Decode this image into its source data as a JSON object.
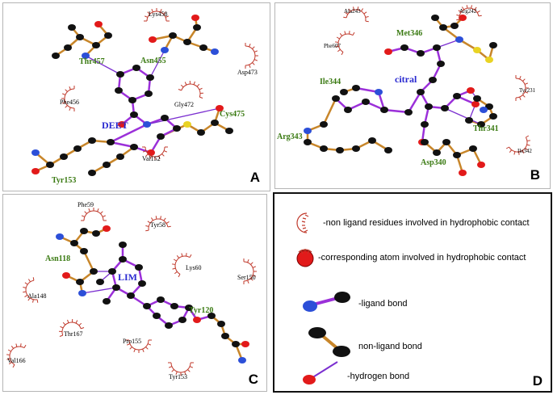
{
  "colors": {
    "ligand_bond": "#9b30d9",
    "nonligand_bond": "#c8862a",
    "hbond": "#7b2fd0",
    "residue_label": "#3a7a12",
    "ligand_label": "#2a2ad0",
    "arc": "#c0392b",
    "atom_c": "#111111",
    "atom_n": "#2c4fd8",
    "atom_o": "#e21a1a",
    "atom_s": "#e9d323"
  },
  "panels": [
    {
      "letter": "A",
      "ligand_name": "DEET",
      "interacting_residues": [
        "Thr457",
        "Asn455",
        "Cys475",
        "Tyr153"
      ],
      "hydrophobic_residues": [
        "Lys458",
        "Asp473",
        "Phe456",
        "Gly472",
        "Val152"
      ]
    },
    {
      "letter": "B",
      "ligand_name": "citral",
      "interacting_residues": [
        "Met346",
        "Ile344",
        "Arg343",
        "Thr341",
        "Asp340"
      ],
      "hydrophobic_residues": [
        "Ala243",
        "Arg242",
        "Phe607",
        "Tyr231",
        "Ile342"
      ]
    },
    {
      "letter": "C",
      "ligand_name": "LIM",
      "interacting_residues": [
        "Asn118",
        "Tyr120"
      ],
      "hydrophobic_residues": [
        "Phe59",
        "Tyr58",
        "Lys60",
        "Ser150",
        "Ala148",
        "Thr167",
        "Pro155",
        "Val166",
        "Tyr153"
      ]
    }
  ],
  "legend": {
    "letter": "D",
    "items": [
      {
        "icon": "hydrophobic-residue-arc",
        "text": "-non ligand residues involved in hydrophobic contact"
      },
      {
        "icon": "hydrophobic-atom",
        "text": "-corresponding atom involved in hydrophobic contact"
      },
      {
        "icon": "ligand-bond",
        "text": "-ligand bond"
      },
      {
        "icon": "non-ligand-bond",
        "text": "non-ligand bond"
      },
      {
        "icon": "hydrogen-bond",
        "text": "-hydrogen bond"
      }
    ]
  }
}
